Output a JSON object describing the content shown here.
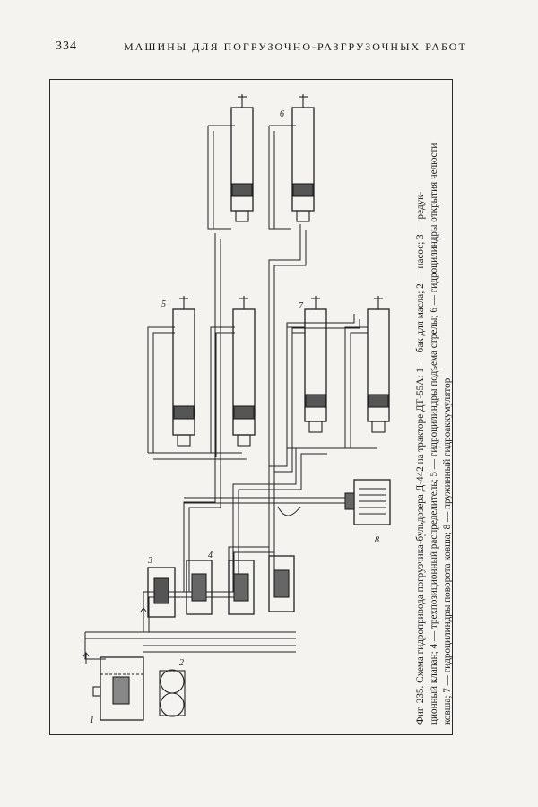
{
  "header": {
    "page_number": "334",
    "running_title": "МАШИНЫ ДЛЯ ПОГРУЗОЧНО-РАЗГРУЗОЧНЫХ РАБОТ"
  },
  "figure": {
    "caption_lines": [
      "Фиг. 235. Схема гидропривода погрузчика-бульдозера Д-442 на тракторе ДТ-55А: 1 — бак для масла; 2 — насос; 3 — редук-",
      "ционный клапан; 4 — трехпозиционный распределитель; 5 — гидроцилиндры подъема стрелы; 6 — гидроцилиндры открытия челюсти",
      "ковша; 7 — гидроцилиндры поворота ковша; 8 — пружинный гидроаккумулятор."
    ],
    "labels": {
      "tank": "1",
      "pump": "2",
      "valve": "3",
      "distributor": "4",
      "boom_cyl": "5",
      "jaw_cyl": "6",
      "bucket_cyl": "7",
      "accumulator": "8"
    }
  }
}
